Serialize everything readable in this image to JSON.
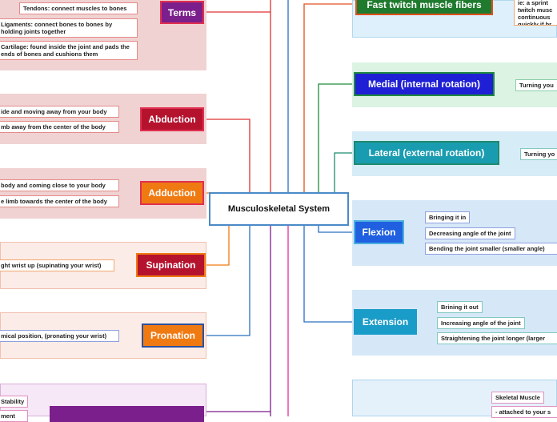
{
  "center": {
    "label": "Musculoskeletal System"
  },
  "left": {
    "terms": {
      "label": "Terms",
      "items": [
        "Tendons: connect muscles to bones",
        "Ligaments: connect bones to bones by holding joints together",
        "Cartilage: found inside the joint and pads the ends of bones and cushions them"
      ]
    },
    "abduction": {
      "label": "Abduction",
      "items": [
        "ide and moving away from your body",
        "mb away from the center of the body"
      ]
    },
    "adduction": {
      "label": "Adduction",
      "items": [
        " body and coming close to your body",
        "e limb towards the center of the body"
      ]
    },
    "supination": {
      "label": "Supination",
      "items": [
        "ght wrist up (supinating your wrist)"
      ]
    },
    "pronation": {
      "label": "Pronation",
      "items": [
        "mical position, (pronating your wrist)"
      ]
    },
    "bottom": {
      "items": [
        "Stability",
        "ment"
      ]
    }
  },
  "right": {
    "fast_twitch": {
      "label": "Fast twitch muscle fibers",
      "note": "ie: a sprint twitch musc continuous quickly if br"
    },
    "medial": {
      "label": "Medial (internal rotation)",
      "items": [
        "Turning you"
      ]
    },
    "lateral": {
      "label": "Lateral (external rotation)",
      "items": [
        "Turning yo"
      ]
    },
    "flexion": {
      "label": "Flexion",
      "items": [
        "Bringing it in",
        "Decreasing angle of the joint",
        "Bending the joint smaller (smaller angle)"
      ]
    },
    "extension": {
      "label": "Extension",
      "items": [
        "Brining it out",
        "Increasing angle of the joint",
        "Straightening the joint longer (larger"
      ]
    },
    "skeletal": {
      "items": [
        "Skeletal Muscle",
        "- attached to your s"
      ]
    }
  },
  "colors": {
    "terms": "#7b1f8c",
    "abduction": "#b5122e",
    "adduction": "#f07a12",
    "supination": "#b5122e",
    "pronation": "#f07a12",
    "fast_twitch": "#1f7a2e",
    "medial": "#1f1fd6",
    "lateral": "#1a9cb0",
    "flexion": "#1f5fe0",
    "extension": "#1a9cc8"
  }
}
